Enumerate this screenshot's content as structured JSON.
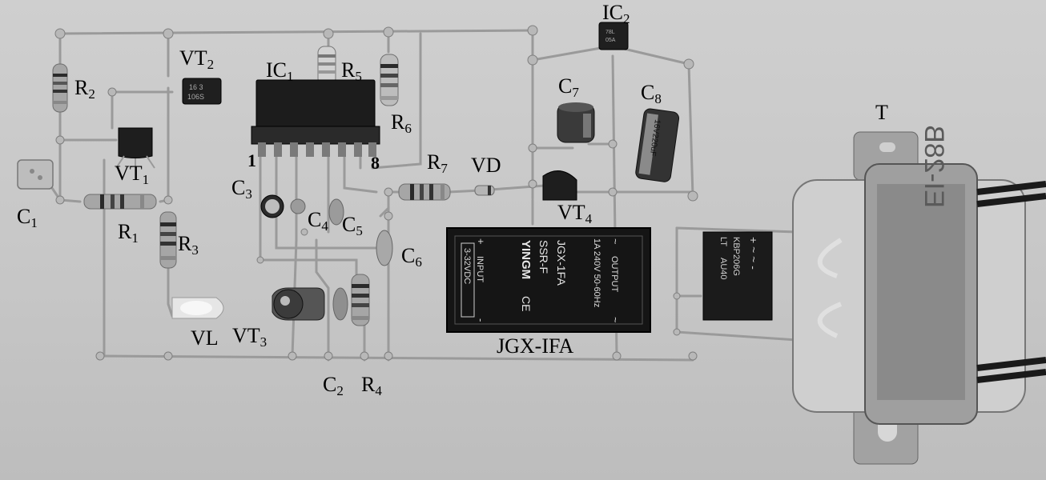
{
  "labels": {
    "IC1": {
      "base": "IC",
      "sub": "1"
    },
    "IC2": {
      "base": "IC",
      "sub": "2"
    },
    "VT1": {
      "base": "VT",
      "sub": "1"
    },
    "VT2": {
      "base": "VT",
      "sub": "2"
    },
    "VT3": {
      "base": "VT",
      "sub": "3"
    },
    "VT4": {
      "base": "VT",
      "sub": "4"
    },
    "R1": {
      "base": "R",
      "sub": "1"
    },
    "R2": {
      "base": "R",
      "sub": "2"
    },
    "R3": {
      "base": "R",
      "sub": "3"
    },
    "R4": {
      "base": "R",
      "sub": "4"
    },
    "R5": {
      "base": "R",
      "sub": "5"
    },
    "R6": {
      "base": "R",
      "sub": "6"
    },
    "R7": {
      "base": "R",
      "sub": "7"
    },
    "C1": {
      "base": "C",
      "sub": "1"
    },
    "C2": {
      "base": "C",
      "sub": "2"
    },
    "C3": {
      "base": "C",
      "sub": "3"
    },
    "C4": {
      "base": "C",
      "sub": "4"
    },
    "C5": {
      "base": "C",
      "sub": "5"
    },
    "C6": {
      "base": "C",
      "sub": "6"
    },
    "C7": {
      "base": "C",
      "sub": "7"
    },
    "C8": {
      "base": "C",
      "sub": "8"
    },
    "VD": "VD",
    "VL": "VL",
    "T": "T",
    "JGX": "JGX-IFA",
    "pin1": "1",
    "pin8": "8"
  },
  "relay": {
    "brand": "YINGM",
    "model": "SSR-F",
    "part": "JGX-1FA",
    "rating": "1A 240V 50-60Hz",
    "output": "OUTPUT",
    "input": "INPUT",
    "input_range": "3-32VDC"
  },
  "bridge": {
    "brand": "LT",
    "code": "AU40",
    "model": "KBP206G"
  },
  "transformer": {
    "marking": "EI-28B"
  },
  "cap8": {
    "marking": "16V220uF"
  }
}
